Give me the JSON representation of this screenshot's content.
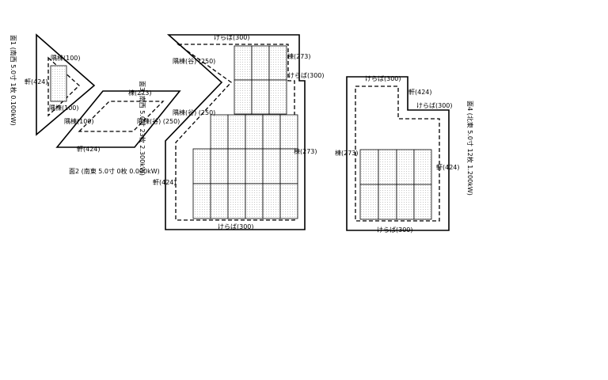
{
  "faces": {
    "face1": {
      "title": "面1 (南西 5.0寸 1枚 0.100kW)",
      "labels": {
        "ridge_top": "隅棟(100)",
        "ridge_bottom": "隅棟(100)",
        "eave": "軒(424)"
      }
    },
    "face2": {
      "title": "面2 (南東 5.0寸 0枚 0.000kW)",
      "labels": {
        "ridge": "棟(273)",
        "valley": "隅棟(谷) (250)",
        "hip": "隅棟(100)",
        "eave": "軒(424)"
      }
    },
    "face3": {
      "title": "面3 (南西 5.0寸 23枚 2.300kW)",
      "labels": {
        "verge_top": "けらば(300)",
        "hip_valley_1": "隅棟(谷) (250)",
        "hip_valley_2": "隅棟(谷) (250)",
        "ridge_upper": "棟(273)",
        "verge_right": "けらば(300)",
        "ridge_mid": "棟(273)",
        "eave": "軒(424)",
        "verge_bottom": "けらば(300)"
      }
    },
    "face4": {
      "title": "面4 (北東 5.0寸 12枚 1.200kW)",
      "labels": {
        "verge_top": "けらば(300)",
        "eave_top": "軒(424)",
        "verge_step": "けらば(300)",
        "ridge": "棟(273)",
        "eave_right": "軒(424)",
        "verge_bottom": "けらば(300)"
      }
    }
  }
}
